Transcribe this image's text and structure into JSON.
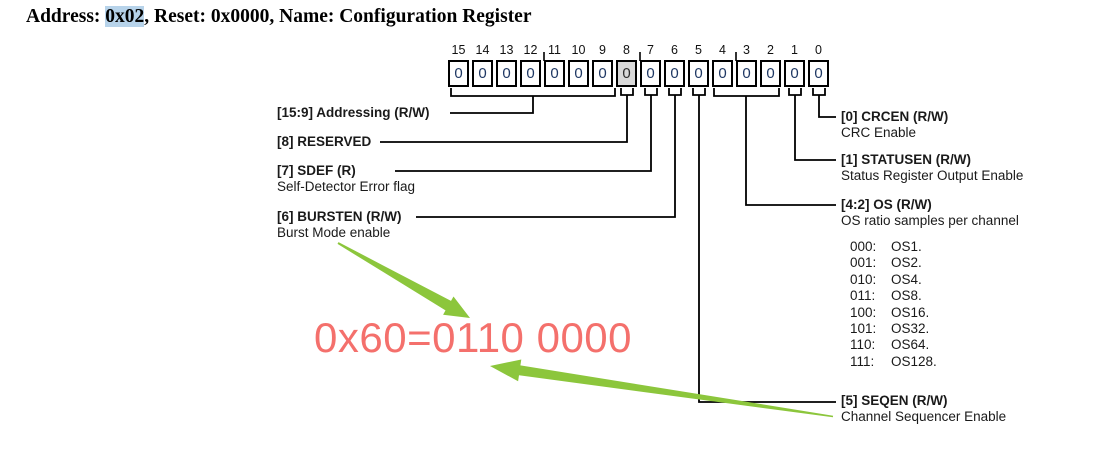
{
  "title": {
    "prefix": "Address: ",
    "highlight": "0x02",
    "suffix": ", Reset: 0x0000, Name: Configuration Register"
  },
  "register": {
    "bit_numbers": [
      "15",
      "14",
      "13",
      "12",
      "11",
      "10",
      "9",
      "8",
      "7",
      "6",
      "5",
      "4",
      "3",
      "2",
      "1",
      "0"
    ],
    "bit_values": [
      "0",
      "0",
      "0",
      "0",
      "0",
      "0",
      "0",
      "0",
      "0",
      "0",
      "0",
      "0",
      "0",
      "0",
      "0",
      "0"
    ]
  },
  "fields": {
    "addressing": {
      "name": "[15:9] Addressing (R/W)"
    },
    "reserved": {
      "name": "[8] RESERVED"
    },
    "sdef": {
      "name": "[7] SDEF (R)",
      "desc": "Self-Detector Error flag"
    },
    "bursten": {
      "name": "[6] BURSTEN (R/W)",
      "desc": "Burst Mode enable"
    },
    "crcen": {
      "name": "[0] CRCEN (R/W)",
      "desc": "CRC Enable"
    },
    "statusen": {
      "name": "[1] STATUSEN (R/W)",
      "desc": "Status Register Output Enable"
    },
    "os": {
      "name": "[4:2] OS (R/W)",
      "desc": "OS ratio samples per channel",
      "options": [
        {
          "code": "000:",
          "value": "OS1."
        },
        {
          "code": "001:",
          "value": "OS2."
        },
        {
          "code": "010:",
          "value": "OS4."
        },
        {
          "code": "011:",
          "value": "OS8."
        },
        {
          "code": "100:",
          "value": "OS16."
        },
        {
          "code": "101:",
          "value": "OS32."
        },
        {
          "code": "110:",
          "value": "OS64."
        },
        {
          "code": "111:",
          "value": "OS128."
        }
      ]
    },
    "seqen": {
      "name": "[5] SEQEN (R/W)",
      "desc": "Channel Sequencer Enable"
    }
  },
  "annotation": {
    "text": "0x60=0110 0000",
    "color": "#f4706c"
  },
  "colors": {
    "arrow_green": "#8cc63c",
    "highlight_blue": "#b7d3ea",
    "reserved_gray": "#d9d9d9",
    "bit_digit_navy": "#1f3864"
  }
}
